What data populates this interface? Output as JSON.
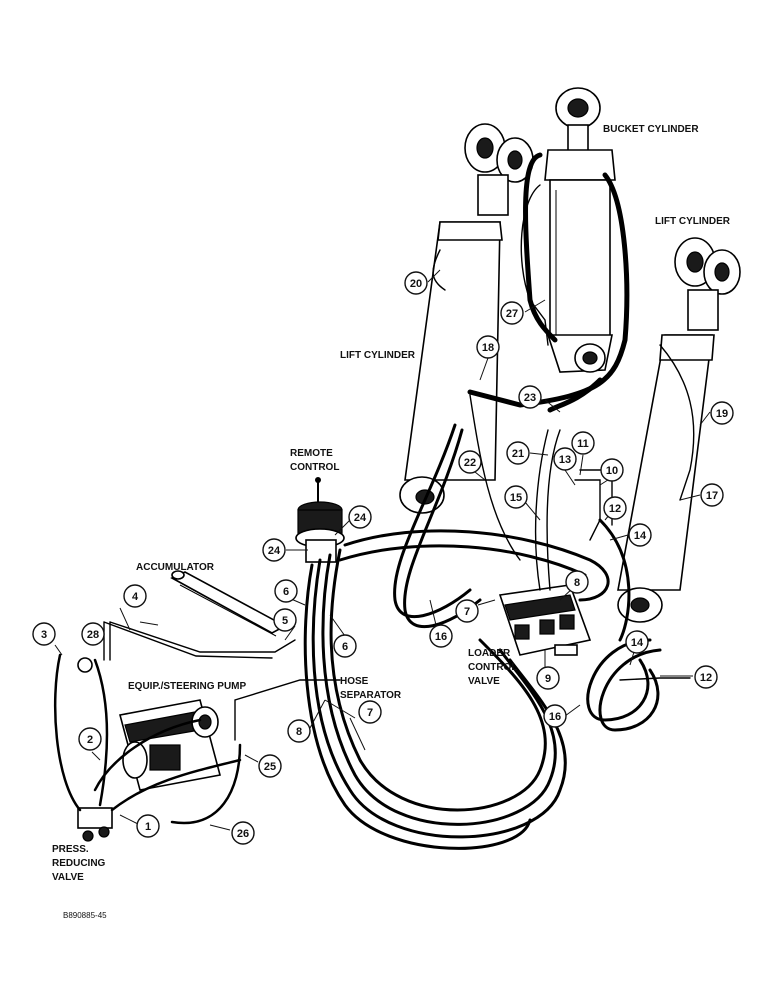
{
  "labels": {
    "bucket_cylinder": "BUCKET CYLINDER",
    "lift_cylinder_right": "LIFT CYLINDER",
    "lift_cylinder_left": "LIFT CYLINDER",
    "remote_control_1": "REMOTE",
    "remote_control_2": "CONTROL",
    "accumulator": "ACCUMULATOR",
    "pump": "EQUIP./STEERING PUMP",
    "hose_separator_1": "HOSE",
    "hose_separator_2": "SEPARATOR",
    "loader_valve_1": "LOADER",
    "loader_valve_2": "CONTROL",
    "loader_valve_3": "VALVE",
    "press_valve_1": "PRESS.",
    "press_valve_2": "REDUCING",
    "press_valve_3": "VALVE",
    "figure_code": "B890885-45"
  },
  "callouts": [
    {
      "id": "c1",
      "n": "1"
    },
    {
      "id": "c2",
      "n": "2"
    },
    {
      "id": "c3",
      "n": "3"
    },
    {
      "id": "c4",
      "n": "4"
    },
    {
      "id": "c5",
      "n": "5"
    },
    {
      "id": "c6a",
      "n": "6"
    },
    {
      "id": "c6b",
      "n": "6"
    },
    {
      "id": "c7a",
      "n": "7"
    },
    {
      "id": "c7b",
      "n": "7"
    },
    {
      "id": "c8a",
      "n": "8"
    },
    {
      "id": "c8b",
      "n": "8"
    },
    {
      "id": "c9",
      "n": "9"
    },
    {
      "id": "c10",
      "n": "10"
    },
    {
      "id": "c11",
      "n": "11"
    },
    {
      "id": "c12a",
      "n": "12"
    },
    {
      "id": "c12b",
      "n": "12"
    },
    {
      "id": "c13",
      "n": "13"
    },
    {
      "id": "c14a",
      "n": "14"
    },
    {
      "id": "c14b",
      "n": "14"
    },
    {
      "id": "c15",
      "n": "15"
    },
    {
      "id": "c16a",
      "n": "16"
    },
    {
      "id": "c16b",
      "n": "16"
    },
    {
      "id": "c17",
      "n": "17"
    },
    {
      "id": "c18",
      "n": "18"
    },
    {
      "id": "c19",
      "n": "19"
    },
    {
      "id": "c20",
      "n": "20"
    },
    {
      "id": "c21",
      "n": "21"
    },
    {
      "id": "c22",
      "n": "22"
    },
    {
      "id": "c23",
      "n": "23"
    },
    {
      "id": "c24a",
      "n": "24"
    },
    {
      "id": "c24b",
      "n": "24"
    },
    {
      "id": "c25",
      "n": "25"
    },
    {
      "id": "c26",
      "n": "26"
    },
    {
      "id": "c27",
      "n": "27"
    },
    {
      "id": "c28",
      "n": "28"
    }
  ]
}
